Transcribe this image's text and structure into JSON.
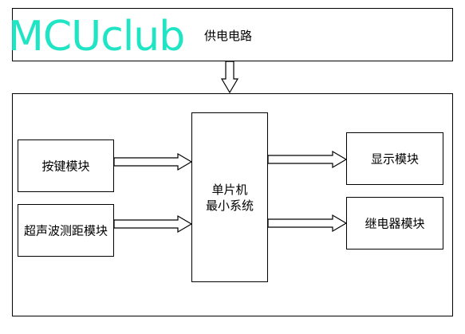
{
  "watermark": {
    "text": "MCUclub",
    "color": "#20e5c4"
  },
  "power_supply": {
    "label": "供电电路"
  },
  "keypad": {
    "label": "按键模块"
  },
  "ultrasonic": {
    "label": "超声波测距模块"
  },
  "mcu": {
    "line1": "单片机",
    "line2": "最小系统"
  },
  "display": {
    "label": "显示模块"
  },
  "relay": {
    "label": "继电器模块"
  },
  "arrows": [
    {
      "from": "power_supply",
      "to": "system"
    },
    {
      "from": "keypad",
      "to": "mcu"
    },
    {
      "from": "ultrasonic",
      "to": "mcu"
    },
    {
      "from": "mcu",
      "to": "display"
    },
    {
      "from": "mcu",
      "to": "relay"
    }
  ]
}
